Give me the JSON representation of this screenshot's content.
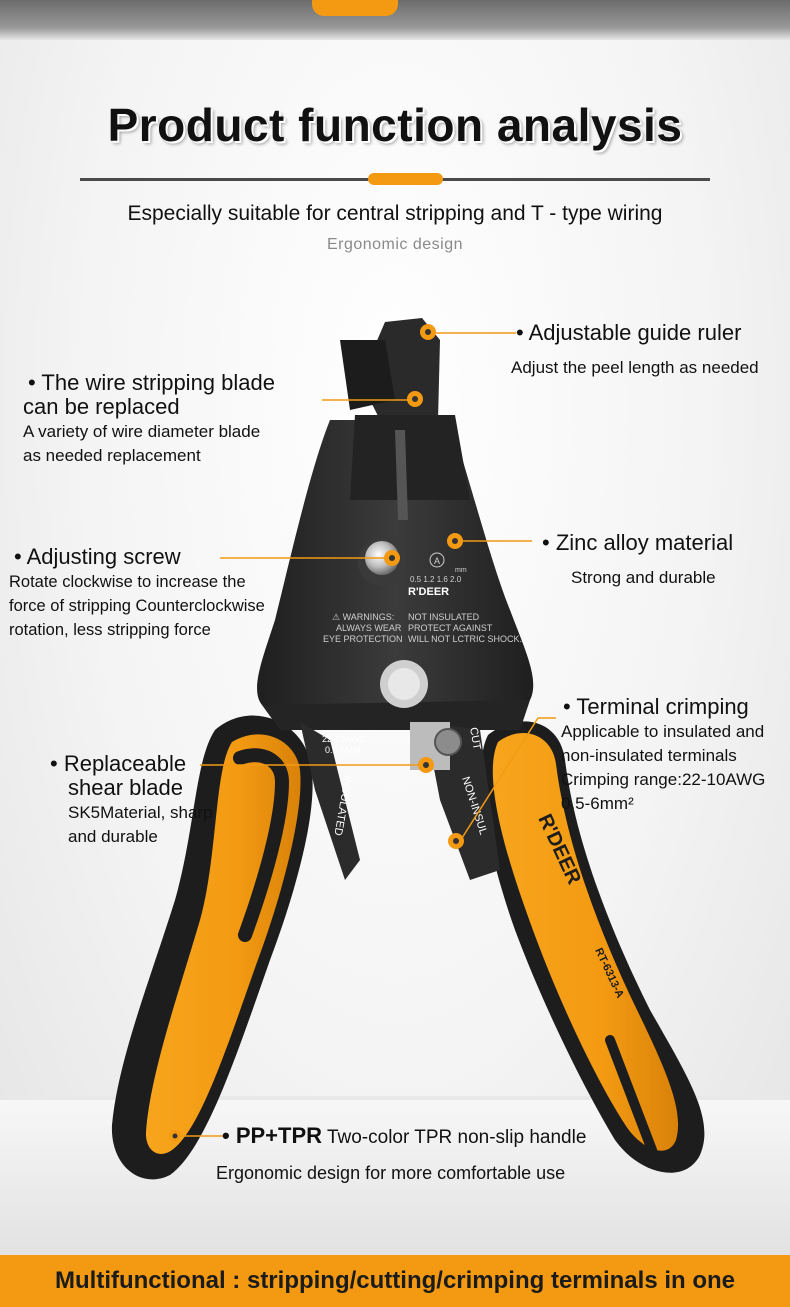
{
  "header": {
    "title": "Product function analysis",
    "subtitle": "Especially suitable for central stripping and T - type wiring",
    "tagline": "Ergonomic design"
  },
  "features": {
    "guide_ruler": {
      "title": "• Adjustable guide ruler",
      "desc": "Adjust the peel length as needed"
    },
    "blade": {
      "title1": "• The wire stripping blade",
      "title2": "can be replaced",
      "desc1": "A variety of wire diameter blade",
      "desc2": "as needed replacement"
    },
    "screw": {
      "title": "• Adjusting screw",
      "desc1": "Rotate clockwise to increase the",
      "desc2": "force of stripping Counterclockwise",
      "desc3": "rotation, less stripping force"
    },
    "zinc": {
      "title": "• Zinc alloy material",
      "desc": "Strong and durable"
    },
    "crimping": {
      "title": "• Terminal crimping",
      "desc1": "Applicable to insulated and",
      "desc2": "non-insulated terminals",
      "desc3": "Crimping range:22-10AWG",
      "desc4": "0.5-6mm²"
    },
    "shear": {
      "title1": "• Replaceable",
      "title2": "shear blade",
      "desc1": "SK5Material, sharp",
      "desc2": "and durable"
    },
    "handle": {
      "title_bold": "• PP+TPR",
      "title_rest": " Two-color TPR non-slip handle",
      "desc": "Ergonomic design for more comfortable use"
    }
  },
  "tool_markings": {
    "brand": "R'DEER",
    "brand_handle": "R'DEER",
    "model": "RT-6313-A",
    "unit": "mm",
    "sizes": "0.5  1.2  1.6  2.0",
    "warn1": "⚠ WARNINGS:",
    "warn2": "ALWAYS WEAR",
    "warn3": "EYE PROTECTION",
    "note1": "NOT INSULATED",
    "note2": "PROTECT AGAINST",
    "note3": "WILL NOT LCTRIC SHOCK.",
    "awg": "22-10AWG",
    "mm": "0.5-6MM",
    "cut": "CUT",
    "non_insul": "NON-INSUL",
    "insul": "INSULATED",
    "circle_mark": "A"
  },
  "footer": {
    "text": "Multifunctional : stripping/cutting/crimping terminals in one"
  },
  "colors": {
    "accent": "#f39a12",
    "body": "#2b2b2b",
    "handle_dark": "#1e1e1e"
  }
}
